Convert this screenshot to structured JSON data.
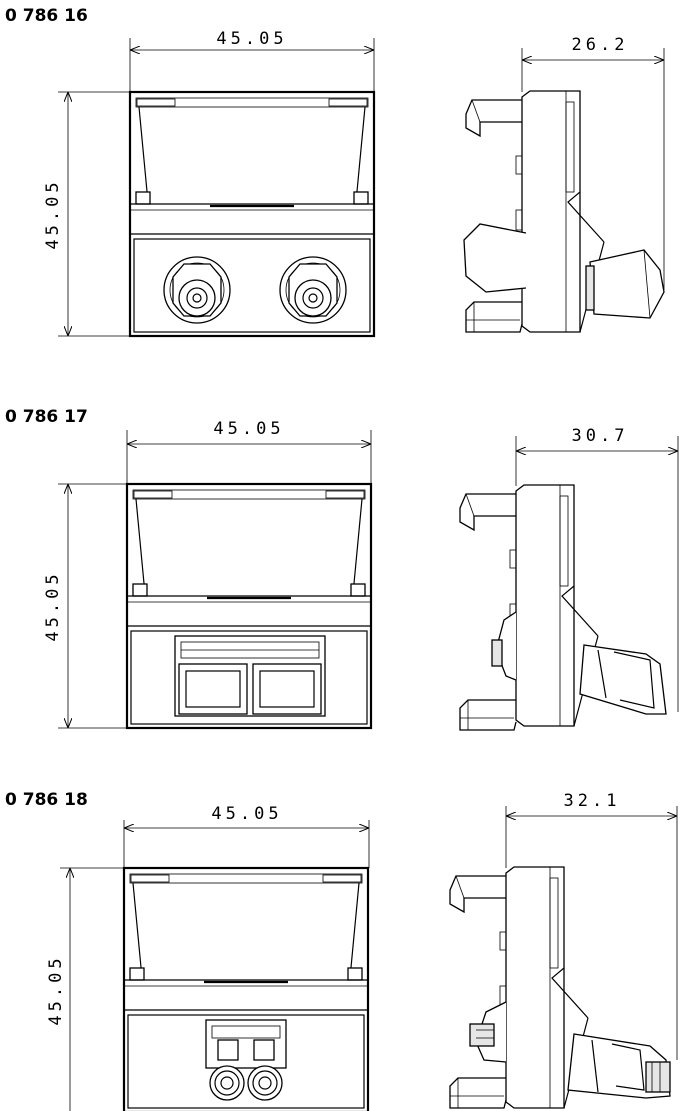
{
  "products": [
    {
      "ref": "0 786 16",
      "width": "45.05",
      "height": "45.05",
      "depth": "26.2"
    },
    {
      "ref": "0 786 17",
      "width": "45.05",
      "height": "45.05",
      "depth": "30.7"
    },
    {
      "ref": "0 786 18",
      "width": "45.05",
      "height": "45.05",
      "depth": "32.1"
    }
  ]
}
